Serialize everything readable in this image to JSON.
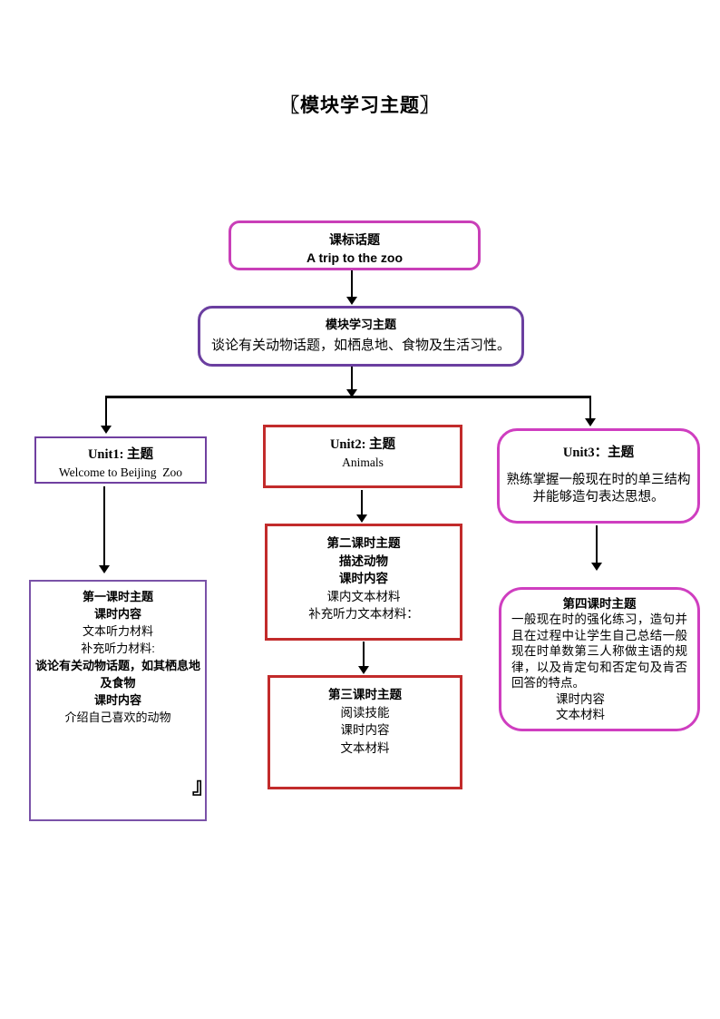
{
  "page": {
    "title": "〖模块学习主题〗"
  },
  "colors": {
    "magenta_border": "#c93fb8",
    "pink_border": "#cf3ec0",
    "purple_border": "#6b3fa0",
    "purple_light_border": "#7a52a8",
    "red_border": "#c22b2b",
    "arrow": "#000000"
  },
  "topic_box": {
    "heading": "课标话题",
    "subtitle": "A trip to the zoo"
  },
  "module_box": {
    "heading": "模块学习主题",
    "body": "谈论有关动物话题，如栖息地、食物及生活习性。"
  },
  "unit1": {
    "title": "Unit1:  主题",
    "subtitle": "Welcome to Beijing  Zoo"
  },
  "unit2": {
    "title": "Unit2:  主题",
    "subtitle": "Animals"
  },
  "unit3": {
    "title": "Unit3：主题",
    "body": "熟练掌握一般现在时的单三结构并能够造句表达思想。"
  },
  "lesson1": {
    "line1": "第一课时主题",
    "line2": "课时内容",
    "line3": "文本听力材料",
    "line4": "补充听力材料:",
    "line5": "谈论有关动物话题，如其栖息地",
    "line6": "及食物",
    "line7": "课时内容",
    "line8": "介绍自己喜欢的动物"
  },
  "lesson2": {
    "line1": "第二课时主题",
    "line2": "描述动物",
    "line3": "课时内容",
    "line4": "课内文本材料",
    "line5": "补充听力文本材料："
  },
  "lesson3": {
    "line1": "第三课时主题",
    "line2": "阅读技能",
    "line3": "课时内容",
    "line4": "文本材料"
  },
  "lesson4": {
    "title": "第四课时主题",
    "body": "一般现在时的强化练习，造句并且在过程中让学生自己总结一般现在时单数第三人称做主语的规律，以及肯定句和否定句及肯否回答的特点。",
    "line2": "课时内容",
    "line3": "文本材料"
  },
  "stray_bracket": "』"
}
